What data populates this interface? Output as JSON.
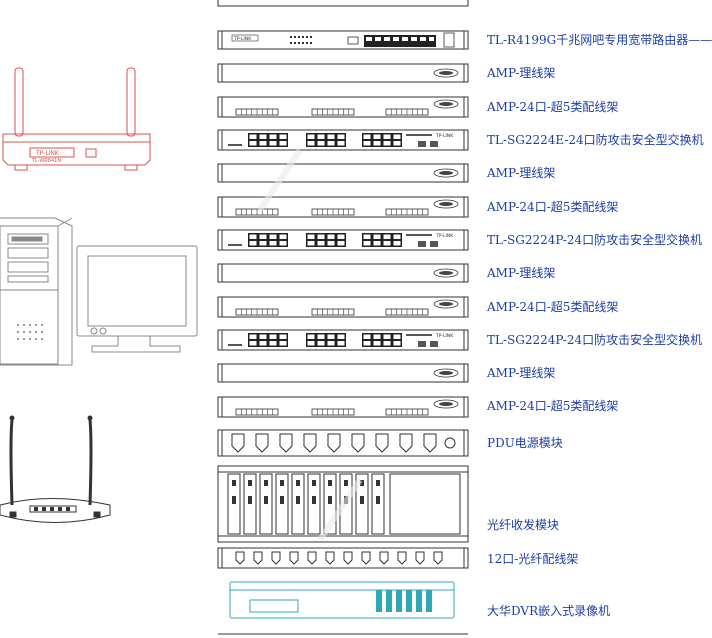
{
  "labels": [
    "TL-R4199G千兆网吧专用宽带路由器——",
    "AMP-理线架",
    "AMP-24口-超5类配线架",
    "TL-SG2224E-24口防攻击安全型交换机",
    "AMP-理线架",
    "AMP-24口-超5类配线架",
    "TL-SG2224P-24口防攻击安全型交换机",
    "AMP-理线架",
    "AMP-24口-超5类配线架",
    "TL-SG2224P-24口防攻击安全型交换机",
    "AMP-理线架",
    "AMP-24口-超5类配线架",
    "PDU电源模块",
    "光纤收发模块",
    "12口-光纤配线架",
    "大华DVR嵌入式录像机"
  ],
  "devices": {
    "router_logo": "TP-LINK",
    "router_model": "TL-WR841N",
    "router_panel_logo": "TP-LINK",
    "switch_logo": "TP-LINK"
  },
  "colors": {
    "label": "#1c3da8",
    "router": "#d9534f",
    "equipment": "#333333",
    "dvr": "#2fa8b5"
  }
}
